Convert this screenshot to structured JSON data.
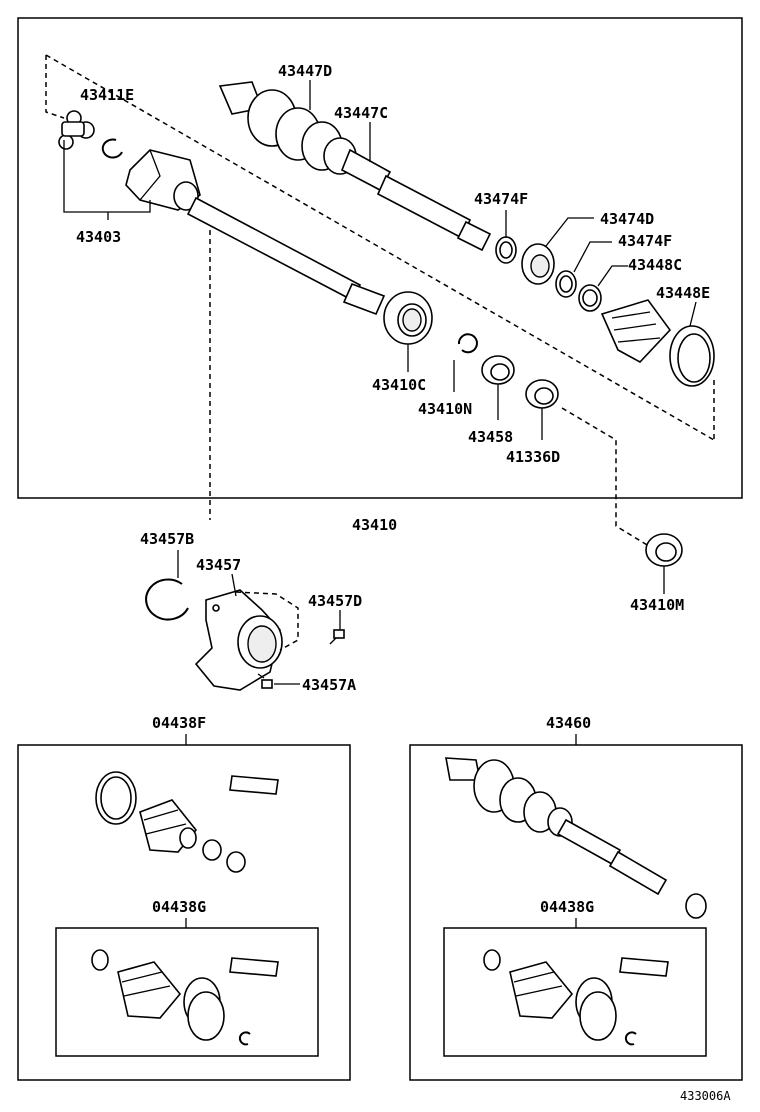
{
  "labels": {
    "p43447D": "43447D",
    "p43411E": "43411E",
    "p43447C": "43447C",
    "p43474F_a": "43474F",
    "p43474D": "43474D",
    "p43474F_b": "43474F",
    "p43448C": "43448C",
    "p43448E": "43448E",
    "p43403": "43403",
    "p43410C": "43410C",
    "p43410N": "43410N",
    "p43458": "43458",
    "p41336D": "41336D",
    "p43410": "43410",
    "p43457B": "43457B",
    "p43457": "43457",
    "p43457D": "43457D",
    "p43457A": "43457A",
    "p43410M": "43410M",
    "p04438F": "04438F",
    "p43460": "43460",
    "p04438G_left": "04438G",
    "p04438G_right": "04438G"
  },
  "footer_code": "433006A"
}
